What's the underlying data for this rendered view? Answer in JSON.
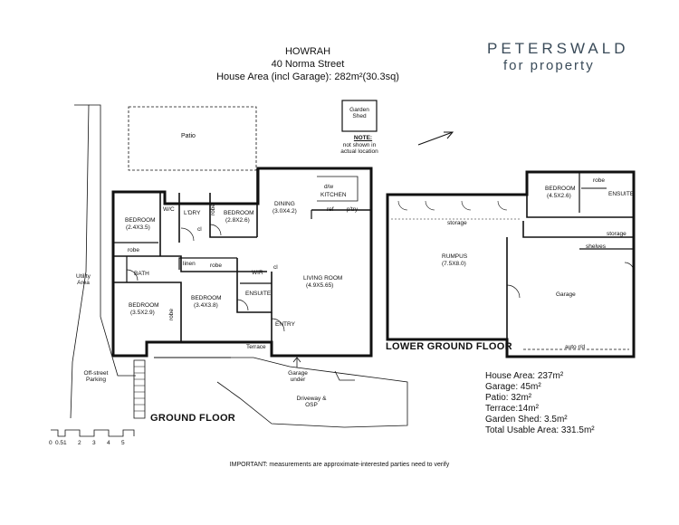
{
  "header": {
    "title": "HOWRAH",
    "address": "40 Norma Street",
    "house_area": "House Area (incl Garage): 282m²(30.3sq)"
  },
  "brand": {
    "line1": "PETERSWALD",
    "line2": "for property"
  },
  "ground_floor": {
    "title": "GROUND FLOOR",
    "rooms": {
      "patio": "Patio",
      "garden_shed": "Garden Shed",
      "shed_note_head": "NOTE:",
      "shed_note": "not shown in actual location",
      "dining": "DINING",
      "dining_size": "(3.0X4.2)",
      "kitchen": "KITCHEN",
      "dw": "d/w",
      "ref": "ref",
      "pantry": "p'try",
      "wc": "W/C",
      "laundry": "L'DRY",
      "cl1": "cl",
      "robe_v": "robe",
      "bed1": "BEDROOM",
      "bed1_size": "(2.4X3.5)",
      "bed2": "BEDROOM",
      "bed2_size": "(2.8X2.6)",
      "robe1": "robe",
      "linen": "linen",
      "robe2": "robe",
      "wir": "WIR",
      "cl2": "cl",
      "bath": "BATH",
      "living": "LIVING ROOM",
      "living_size": "(4.9X5.65)",
      "bed3": "BEDROOM",
      "bed3_size": "(3.5X2.9)",
      "robe3": "robe",
      "bed4": "BEDROOM",
      "bed4_size": "(3.4X3.8)",
      "ensuite": "ENSUITE",
      "entry": "ENTRY",
      "terrace": "Terrace",
      "garage_under": "Garage under",
      "driveway": "Driveway & OSP",
      "utility": "Utility Area",
      "parking": "Off-street Parking"
    }
  },
  "lower_floor": {
    "title": "LOWER GROUND FLOOR",
    "rooms": {
      "bedroom": "BEDROOM",
      "bedroom_size": "(4.5X2.6)",
      "robe": "robe",
      "ensuite": "ENSUITE",
      "storage1": "storage",
      "storage2": "storage",
      "shelves": "shelves",
      "rumpus": "RUMPUS",
      "rumpus_size": "(7.5X8.0)",
      "garage": "Garage",
      "auto_door": "auto r/d"
    }
  },
  "stats": [
    "House Area: 237m²",
    "Garage: 45m²",
    "Patio: 32m²",
    "Terrace:14m²",
    "Garden Shed: 3.5m²",
    "Total Usable Area: 331.5m²"
  ],
  "scale_bar": {
    "ticks": [
      "0",
      "0.5",
      "1",
      "2",
      "3",
      "4",
      "5"
    ]
  },
  "disclaimer": "IMPORTANT: measurements are approximate-interested parties need to verify"
}
